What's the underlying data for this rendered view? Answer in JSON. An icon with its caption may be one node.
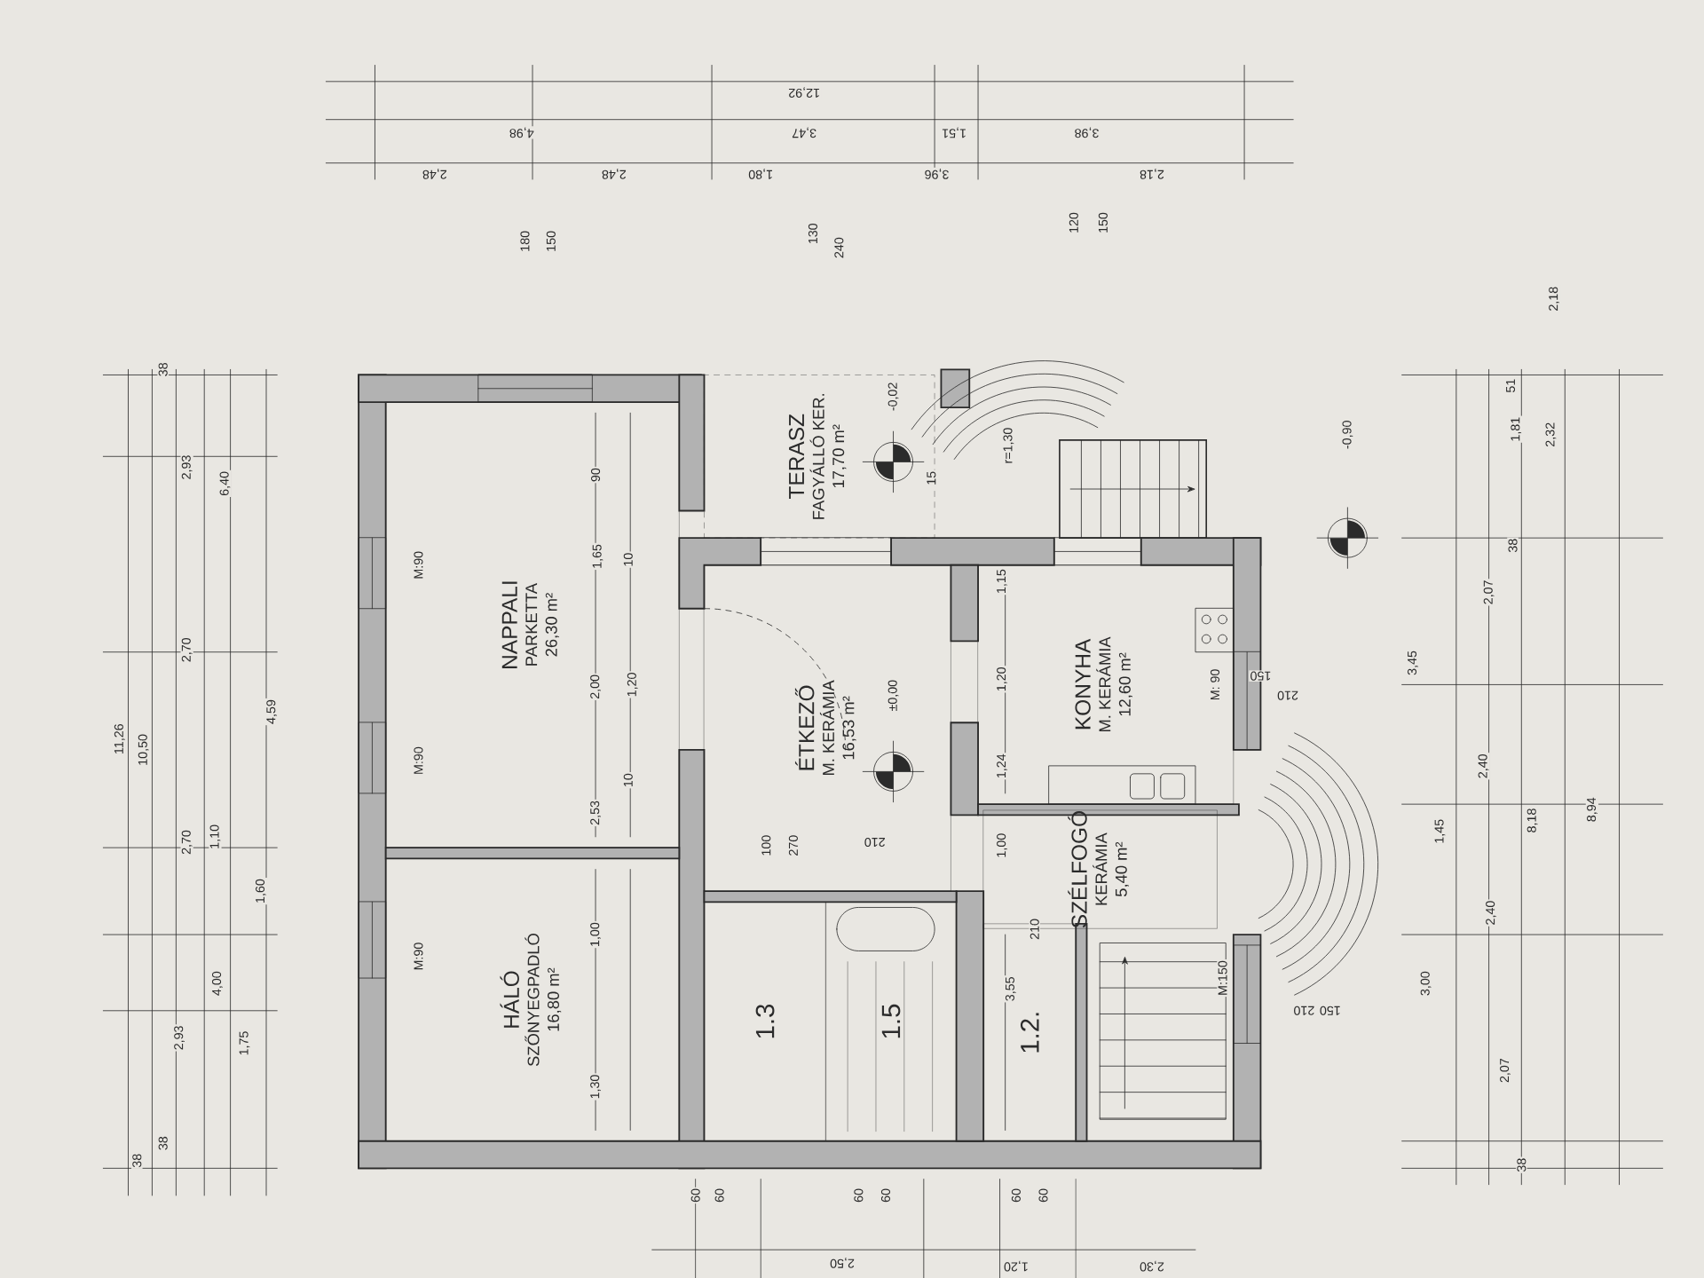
{
  "diagram": {
    "nodes": [
      {
        "text": [
          "NAPPALI",
          "PARKETTA",
          "26,30 m²"
        ]
      },
      {
        "text": [
          "HÁLÓ",
          "SZŐNYEGPADLÓ",
          "16,80 m²"
        ]
      },
      {
        "text": [
          "ÉTKEZŐ",
          "M. KERÁMIA",
          "16,53 m²"
        ]
      },
      {
        "text": [
          "TERASZ",
          "FAGYÁLLÓ KER.",
          "17,70 m²"
        ]
      },
      {
        "text": [
          "KONYHA",
          "M. KERÁMIA",
          "12,60 m²"
        ]
      },
      {
        "text": [
          "SZÉLFOGÓ",
          "KERÁMIA",
          "5,40 m²"
        ]
      },
      {
        "text": [
          "1.3"
        ]
      },
      {
        "text": [
          "1.5"
        ]
      },
      {
        "text": [
          "1.2."
        ]
      }
    ],
    "labels": [
      "12,92",
      "4,98",
      "3,47",
      "1,51",
      "3,98",
      "2,48",
      "2,48",
      "1,80",
      "3,96",
      "2,18",
      "180",
      "150",
      "130",
      "240",
      "120",
      "150",
      "11,26",
      "10,50",
      "2,93",
      "2,70",
      "2,70",
      "4,00",
      "2,93",
      "6,40",
      "1,10",
      "1,60",
      "4,59",
      "1,75",
      "38",
      "38",
      "38",
      "90",
      "1,65",
      "2,00",
      "2,53",
      "1,00",
      "1,30",
      "10",
      "1,20",
      "10",
      "-0,02",
      "r=1,30",
      "15",
      "±0,00",
      "-0,90",
      "1,15",
      "1,20",
      "1,24",
      "100",
      "270",
      "210",
      "1,00",
      "3,55",
      "210",
      "M:90",
      "M:90",
      "M:90",
      "M: 90",
      "M:150",
      "150",
      "210",
      "210",
      "150",
      "3,45",
      "3,00",
      "2,07",
      "2,40",
      "1,45",
      "2,40",
      "2,07",
      "1,81",
      "2,32",
      "2,18",
      "51",
      "38",
      "8,18",
      "8,94",
      "38",
      "60",
      "60",
      "60",
      "60",
      "60",
      "60",
      "2,50",
      "1,20",
      "2,30"
    ]
  }
}
